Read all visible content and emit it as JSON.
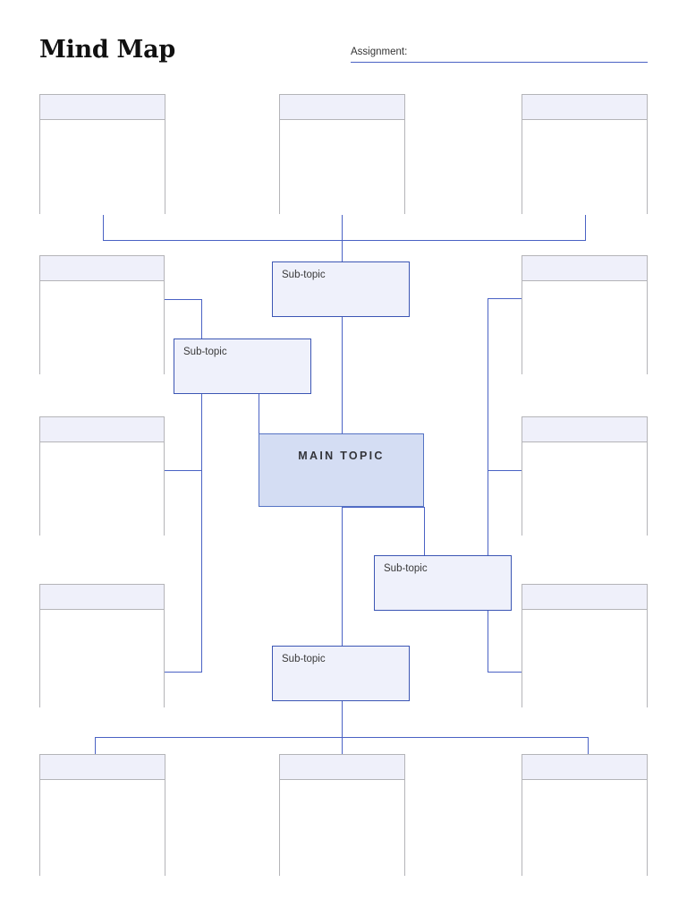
{
  "header": {
    "title": "Mind Map",
    "assignment_label": "Assignment:",
    "assignment_value": ""
  },
  "theme": {
    "connector_color": "#4a62c4",
    "detail_border": "#b4b4b8",
    "detail_header_fill": "#eff0fa",
    "subtopic_border": "#3c56b4",
    "subtopic_fill": "#eff1fb",
    "main_border": "#5573c4",
    "main_fill": "#d4ddf3",
    "page_background": "#ffffff"
  },
  "main_topic": {
    "label": "MAIN TOPIC"
  },
  "subtopics": [
    {
      "id": "top",
      "label": "Sub-topic"
    },
    {
      "id": "left",
      "label": "Sub-topic"
    },
    {
      "id": "right",
      "label": "Sub-topic"
    },
    {
      "id": "bottom",
      "label": "Sub-topic"
    }
  ],
  "detail_boxes": [
    {
      "id": "top-1",
      "header_text": "",
      "body_text": ""
    },
    {
      "id": "top-2",
      "header_text": "",
      "body_text": ""
    },
    {
      "id": "top-3",
      "header_text": "",
      "body_text": ""
    },
    {
      "id": "left-1",
      "header_text": "",
      "body_text": ""
    },
    {
      "id": "left-2",
      "header_text": "",
      "body_text": ""
    },
    {
      "id": "left-3",
      "header_text": "",
      "body_text": ""
    },
    {
      "id": "right-1",
      "header_text": "",
      "body_text": ""
    },
    {
      "id": "right-2",
      "header_text": "",
      "body_text": ""
    },
    {
      "id": "right-3",
      "header_text": "",
      "body_text": ""
    },
    {
      "id": "bottom-1",
      "header_text": "",
      "body_text": ""
    },
    {
      "id": "bottom-2",
      "header_text": "",
      "body_text": ""
    },
    {
      "id": "bottom-3",
      "header_text": "",
      "body_text": ""
    }
  ]
}
